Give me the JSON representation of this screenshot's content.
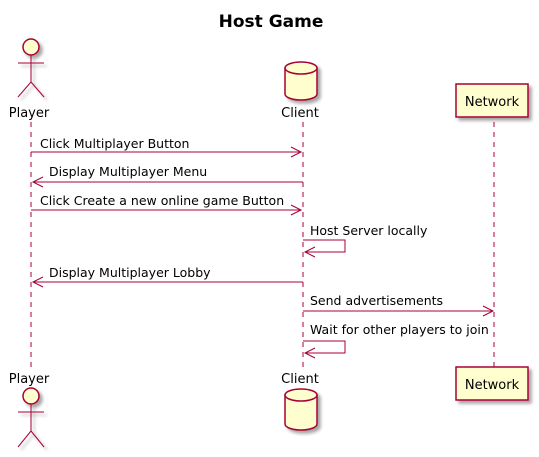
{
  "diagram": {
    "title": "Host Game",
    "participants": [
      {
        "id": "player",
        "name": "Player",
        "kind": "actor"
      },
      {
        "id": "client",
        "name": "Client",
        "kind": "database"
      },
      {
        "id": "network",
        "name": "Network",
        "kind": "participant"
      }
    ],
    "messages": [
      {
        "from": "player",
        "to": "client",
        "text": "Click Multiplayer Button"
      },
      {
        "from": "client",
        "to": "player",
        "text": "Display Multiplayer Menu"
      },
      {
        "from": "player",
        "to": "client",
        "text": "Click Create a new online game Button"
      },
      {
        "from": "client",
        "to": "client",
        "text": "Host Server locally"
      },
      {
        "from": "client",
        "to": "player",
        "text": "Display Multiplayer Lobby"
      },
      {
        "from": "client",
        "to": "network",
        "text": "Send advertisements"
      },
      {
        "from": "client",
        "to": "client",
        "text": "Wait for other players to join"
      }
    ],
    "colors": {
      "line": "#A80036",
      "fill": "#FEFECE",
      "text": "#000000"
    }
  }
}
